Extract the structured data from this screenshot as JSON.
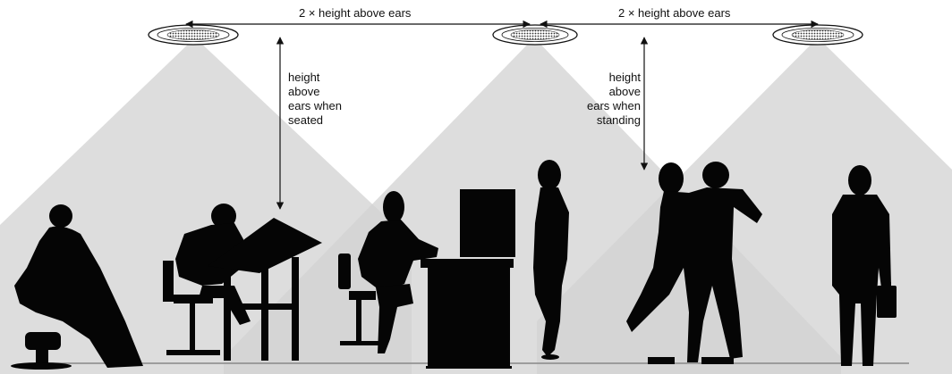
{
  "labels": {
    "spacing_left": "2 × height above ears",
    "spacing_right": "2 × height above ears",
    "seated": "height\nabove\nears when\nseated",
    "standing": "height\nabove\nears when\nstanding"
  },
  "colors": {
    "cone": "#d2d2d2",
    "silhouette": "#050505",
    "line": "#111111",
    "floor": "#888888"
  },
  "icons": [
    "ceiling-speaker-icon",
    "double-arrow-icon"
  ]
}
